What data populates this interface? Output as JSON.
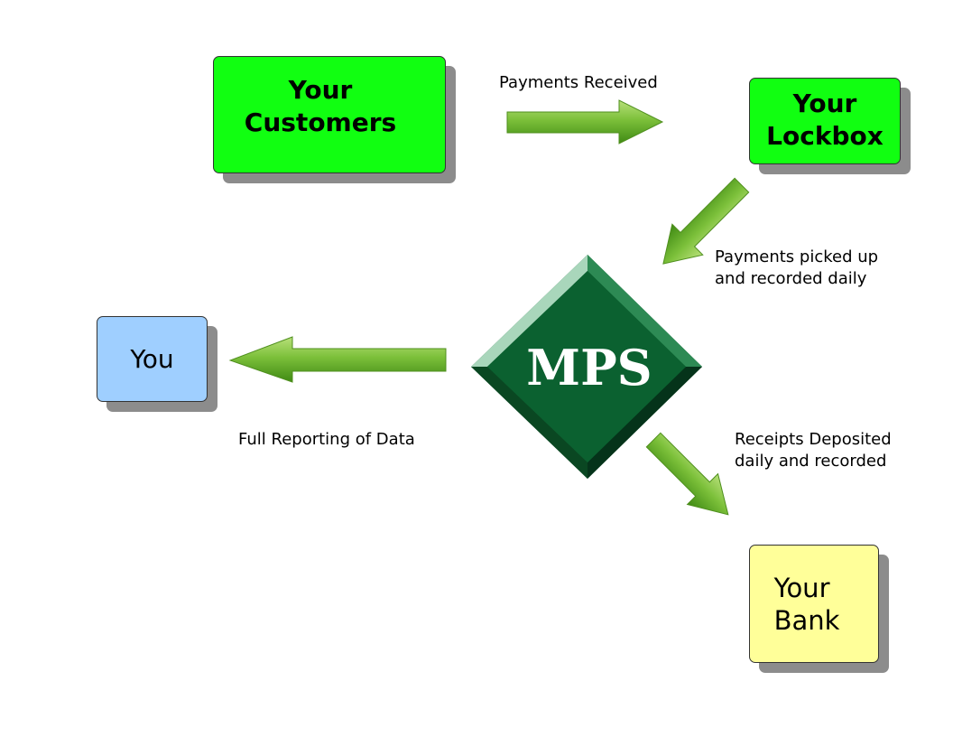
{
  "nodes": {
    "customers": {
      "line1": "Your",
      "line2": "Customers"
    },
    "lockbox": {
      "line1": "Your",
      "line2": "Lockbox"
    },
    "you": {
      "label": "You"
    },
    "bank": {
      "line1": "Your",
      "line2": "Bank"
    },
    "mps": {
      "label": "MPS"
    }
  },
  "edges": {
    "received": {
      "line1": "Payments Received"
    },
    "picked_up": {
      "line1": "Payments picked up",
      "line2": "and recorded daily"
    },
    "reporting": {
      "line1": "Full Reporting of Data"
    },
    "deposited": {
      "line1": "Receipts Deposited",
      "line2": "daily and recorded"
    }
  },
  "colors": {
    "customers_fill": "#11ff11",
    "lockbox_fill": "#11ff11",
    "you_fill": "#9fcfff",
    "bank_fill": "#ffff99",
    "mps_fill": "#0b5e30",
    "arrow_fill": "#5fa624"
  },
  "icons": {
    "arrow": "green-block-arrow",
    "mps_shape": "beveled-diamond"
  }
}
